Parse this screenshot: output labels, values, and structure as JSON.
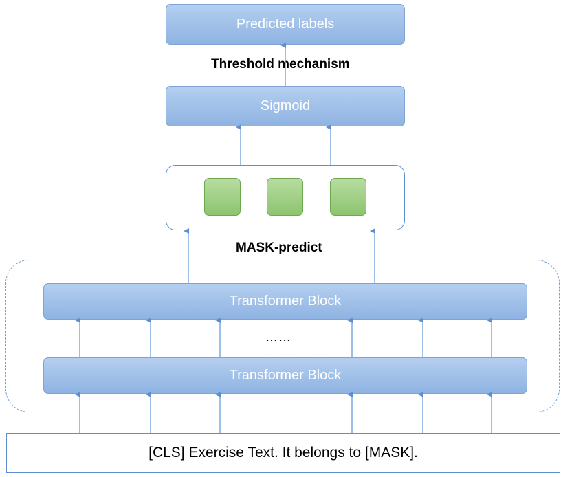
{
  "nodes": {
    "predicted_labels": "Predicted labels",
    "threshold": "Threshold mechanism",
    "sigmoid": "Sigmoid",
    "mask_predict": "MASK-predict",
    "transformer_top": "Transformer Block",
    "ellipsis": "……",
    "transformer_bottom": "Transformer Block",
    "input_text": "[CLS] Exercise Text. It belongs to [MASK]."
  },
  "colors": {
    "block_fill": "#9dbde7",
    "block_border": "#7ea3d4",
    "cell_fill": "#a3d089",
    "arrow": "#5b8fcf"
  }
}
